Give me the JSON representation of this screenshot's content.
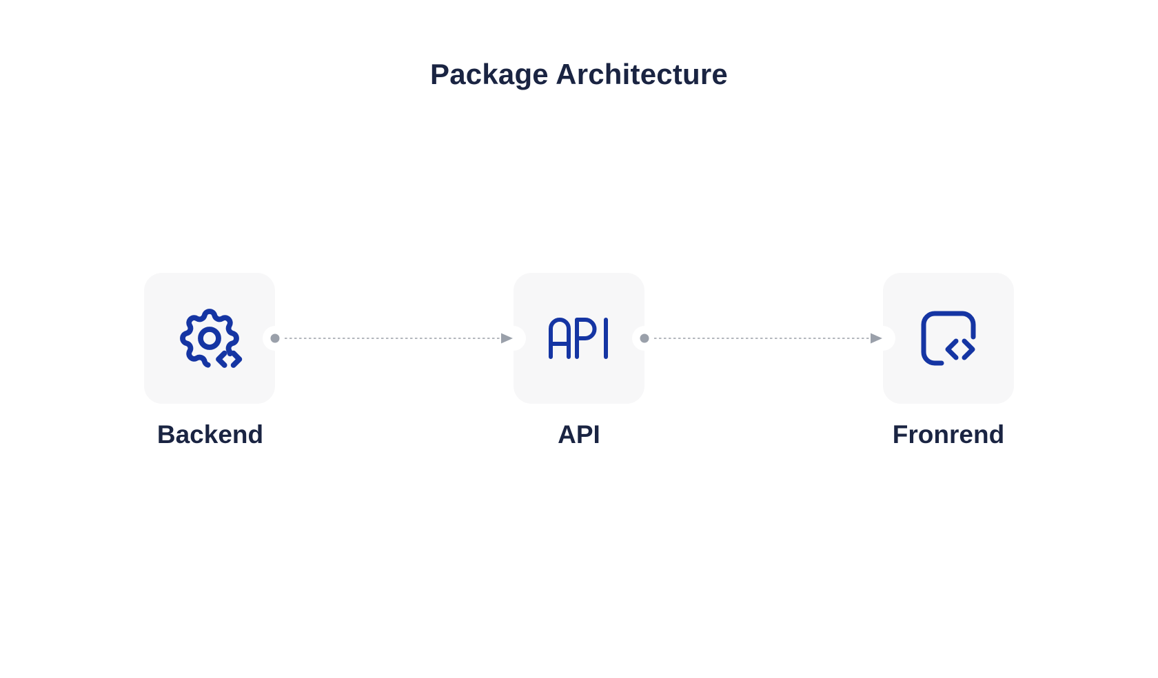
{
  "title": "Package Architecture",
  "diagram": {
    "nodes": [
      {
        "label": "Backend",
        "icon": "gear-code-icon"
      },
      {
        "label": "API",
        "icon": "api-letters-icon"
      },
      {
        "label": "Fronrend",
        "icon": "code-window-icon"
      }
    ],
    "connections": [
      {
        "from": "Backend",
        "to": "API",
        "type": "dashed-arrow"
      },
      {
        "from": "API",
        "to": "Fronrend",
        "type": "dashed-arrow"
      }
    ]
  },
  "colors": {
    "navy": "#1a2442",
    "blue": "#1535a3",
    "node_bg": "#f7f7f8",
    "dot": "#9aa0aa",
    "dash": "#b2b6bc",
    "page_bg": "#ffffff"
  }
}
